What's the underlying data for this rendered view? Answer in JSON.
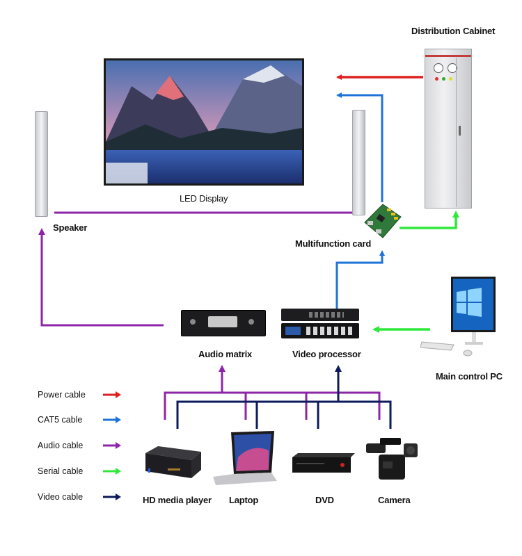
{
  "labels": {
    "cabinet": "Distribution Cabinet",
    "led_display": "LED Display",
    "speaker": "Speaker",
    "multifunction": "Multifunction card",
    "audio_matrix": "Audio matrix",
    "video_processor": "Video processor",
    "main_pc": "Main control PC",
    "hd_player": "HD media player",
    "laptop": "Laptop",
    "dvd": "DVD",
    "camera": "Camera"
  },
  "legend": [
    {
      "label": "Power cable",
      "color": "#e02020"
    },
    {
      "label": "CAT5 cable",
      "color": "#1e73d8"
    },
    {
      "label": "Audio cable",
      "color": "#8e24aa"
    },
    {
      "label": "Serial cable",
      "color": "#2ee83a"
    },
    {
      "label": "Video cable",
      "color": "#0d1a5c"
    }
  ],
  "colors": {
    "power": "#e02020",
    "cat5": "#1e73d8",
    "audio": "#8e24aa",
    "serial": "#2ee83a",
    "video": "#0d1a5c"
  }
}
